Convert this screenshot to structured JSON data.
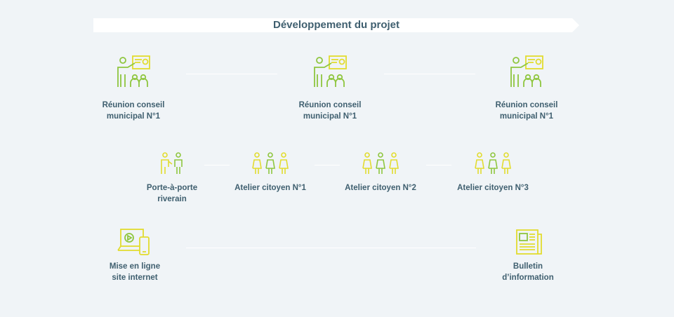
{
  "banner": {
    "title": "Développement du projet"
  },
  "row1": [
    {
      "label_line1": "Réunion conseil",
      "label_line2": "municipal N°1"
    },
    {
      "label_line1": "Réunion conseil",
      "label_line2": "municipal N°1"
    },
    {
      "label_line1": "Réunion conseil",
      "label_line2": "municipal N°1"
    }
  ],
  "row2": [
    {
      "label_line1": "Porte-à-porte",
      "label_line2": "riverain"
    },
    {
      "label_line1": "Atelier citoyen N°1"
    },
    {
      "label_line1": "Atelier citoyen N°2"
    },
    {
      "label_line1": "Atelier citoyen N°3"
    }
  ],
  "row3": [
    {
      "label_line1": "Mise en ligne",
      "label_line2": "site internet"
    },
    {
      "label_line1": "Bulletin",
      "label_line2": "d’information"
    }
  ],
  "icons": {
    "meeting": "presentation-meeting-icon",
    "door": "two-people-icon",
    "workshop": "three-people-icon",
    "web": "laptop-phone-icon",
    "bulletin": "newspaper-icon"
  },
  "colors": {
    "icon_yellow": "#e2dc2f",
    "icon_green": "#8fc63f",
    "text": "#3f5f6f",
    "background": "#f0f4f7"
  }
}
